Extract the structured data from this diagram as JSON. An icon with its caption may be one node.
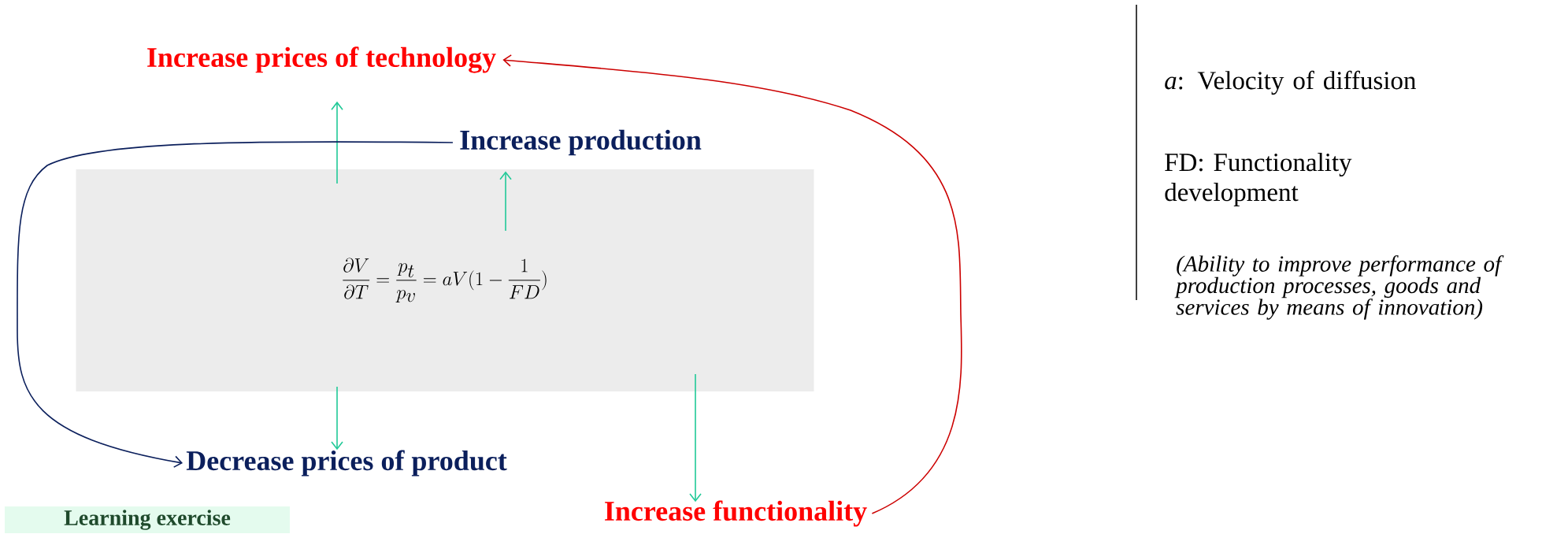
{
  "diagram": {
    "nodes": [
      {
        "text": [
          "\\frac{\\partial V}{\\partial T}=\\frac{p_t}{p_v}=aV(1-\\frac{1}{FD})"
        ]
      },
      {
        "text": [
          "Increase prices of technology"
        ]
      },
      {
        "text": [
          "Increase production"
        ]
      },
      {
        "text": [
          "Decrease prices of product"
        ]
      },
      {
        "text": [
          "Increase functionality"
        ]
      },
      {
        "text": [
          "Learning exercise"
        ]
      }
    ],
    "edges": [
      {
        "from": 0,
        "to": 1,
        "arrow": "to"
      },
      {
        "from": 0,
        "to": 2,
        "arrow": "to"
      },
      {
        "from": 0,
        "to": 3,
        "arrow": "to"
      },
      {
        "from": 0,
        "to": 4,
        "arrow": "to"
      },
      {
        "from": 2,
        "to": 3,
        "arrow": "to",
        "color": "#0b1f5c"
      },
      {
        "from": 4,
        "to": 1,
        "arrow": "to",
        "color": "#cc0000"
      }
    ],
    "labels": [
      "*a*: Velocity of diffusion",
      "FD: Functionality development",
      "(Ability to improve performance of production processes, goods and services by means of innovation)"
    ]
  }
}
